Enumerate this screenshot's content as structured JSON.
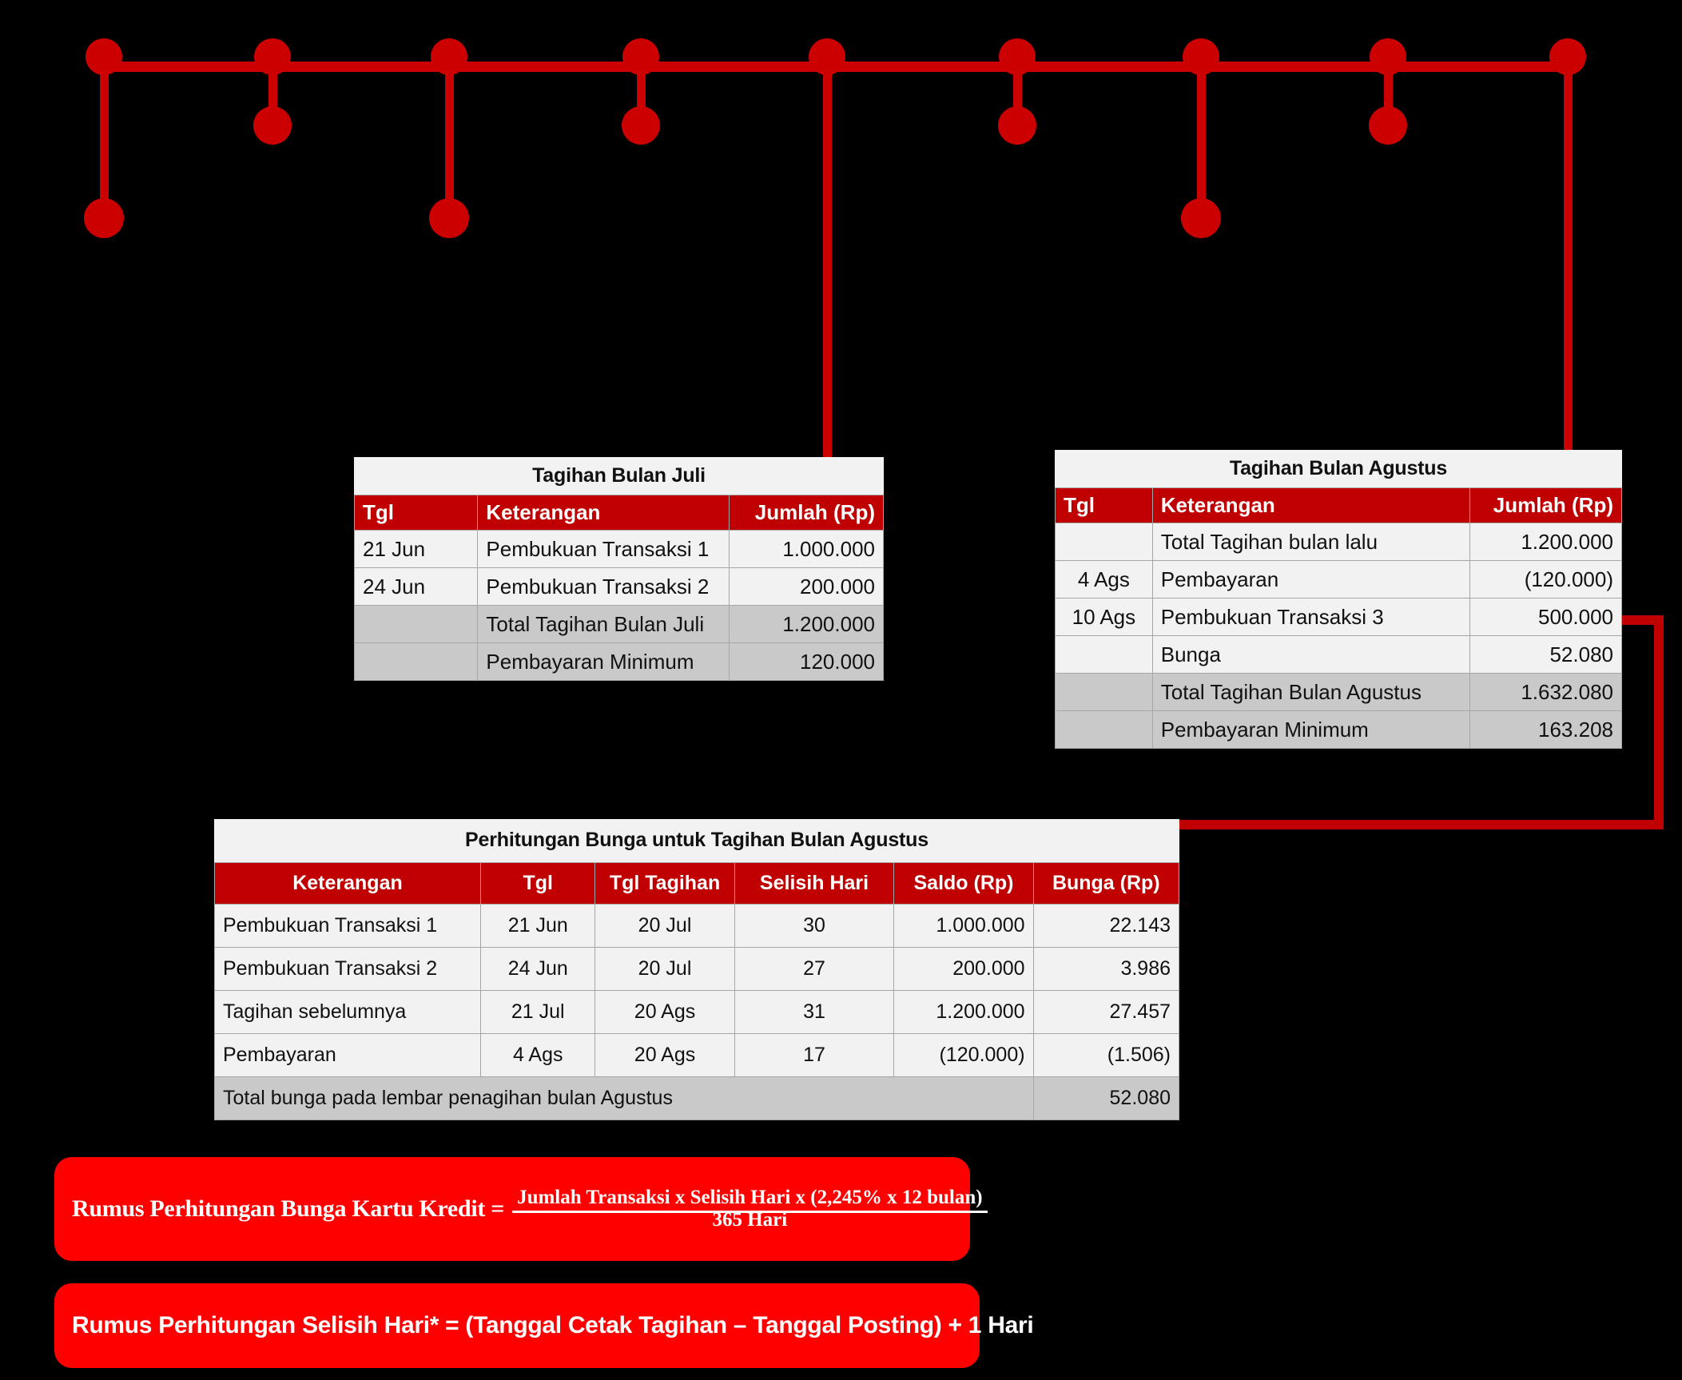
{
  "theme": {
    "background": "#000000",
    "accent_bright": "#FF0000",
    "accent_dark": "#C00000",
    "line": "#CC0000",
    "cell_bg": "#F2F2F2",
    "summary_bg": "#C9C9C9",
    "text_light": "#FFFFFF",
    "text_dark": "#111111"
  },
  "timeline": {
    "node_count": 9,
    "nodes": [
      {
        "label": "",
        "branch": "down-long"
      },
      {
        "label": "",
        "branch": "down-short"
      },
      {
        "label": "",
        "branch": "down-long"
      },
      {
        "label": "",
        "branch": "down-short"
      },
      {
        "label": "",
        "branch": "stem-to-juli"
      },
      {
        "label": "",
        "branch": "down-short"
      },
      {
        "label": "",
        "branch": "down-long"
      },
      {
        "label": "",
        "branch": "down-short"
      },
      {
        "label": "",
        "branch": "stem-to-agustus"
      }
    ]
  },
  "tabel_juli": {
    "title": "Tagihan Bulan Juli",
    "columns": [
      "Tgl",
      "Keterangan",
      "Jumlah (Rp)"
    ],
    "rows": [
      {
        "tgl": "21 Jun",
        "keterangan": "Pembukuan Transaksi 1",
        "jumlah": "1.000.000",
        "summary": false
      },
      {
        "tgl": "24 Jun",
        "keterangan": "Pembukuan Transaksi 2",
        "jumlah": "200.000",
        "summary": false
      },
      {
        "tgl": "",
        "keterangan": "Total Tagihan Bulan Juli",
        "jumlah": "1.200.000",
        "summary": true
      },
      {
        "tgl": "",
        "keterangan": "Pembayaran Minimum",
        "jumlah": "120.000",
        "summary": true
      }
    ]
  },
  "tabel_agustus": {
    "title": "Tagihan Bulan Agustus",
    "columns": [
      "Tgl",
      "Keterangan",
      "Jumlah (Rp)"
    ],
    "rows": [
      {
        "tgl": "",
        "keterangan": "Total Tagihan bulan lalu",
        "jumlah": "1.200.000",
        "summary": false
      },
      {
        "tgl": "4 Ags",
        "keterangan": "Pembayaran",
        "jumlah": "(120.000)",
        "summary": false
      },
      {
        "tgl": "10 Ags",
        "keterangan": "Pembukuan Transaksi 3",
        "jumlah": "500.000",
        "summary": false
      },
      {
        "tgl": "",
        "keterangan": "Bunga",
        "jumlah": "52.080",
        "summary": false
      },
      {
        "tgl": "",
        "keterangan": "Total Tagihan Bulan Agustus",
        "jumlah": "1.632.080",
        "summary": true
      },
      {
        "tgl": "",
        "keterangan": "Pembayaran Minimum",
        "jumlah": "163.208",
        "summary": true
      }
    ]
  },
  "tabel_bunga": {
    "title": "Perhitungan Bunga untuk Tagihan Bulan Agustus",
    "columns": [
      "Keterangan",
      "Tgl",
      "Tgl Tagihan",
      "Selisih Hari",
      "Saldo (Rp)",
      "Bunga (Rp)"
    ],
    "rows": [
      {
        "keterangan": "Pembukuan Transaksi 1",
        "tgl": "21 Jun",
        "tgl_tagihan": "20 Jul",
        "selisih_hari": "30",
        "saldo": "1.000.000",
        "bunga": "22.143"
      },
      {
        "keterangan": "Pembukuan Transaksi 2",
        "tgl": "24 Jun",
        "tgl_tagihan": "20 Jul",
        "selisih_hari": "27",
        "saldo": "200.000",
        "bunga": "3.986"
      },
      {
        "keterangan": "Tagihan sebelumnya",
        "tgl": "21 Jul",
        "tgl_tagihan": "20 Ags",
        "selisih_hari": "31",
        "saldo": "1.200.000",
        "bunga": "27.457"
      },
      {
        "keterangan": "Pembayaran",
        "tgl": "4 Ags",
        "tgl_tagihan": "20 Ags",
        "selisih_hari": "17",
        "saldo": "(120.000)",
        "bunga": "(1.506)"
      }
    ],
    "total_label": "Total bunga pada lembar penagihan bulan Agustus",
    "total_value": "52.080"
  },
  "rumus_bunga": {
    "lead": "Rumus Perhitungan Bunga Kartu Kredit =",
    "numerator": "Jumlah Transaksi x Selisih Hari x (2,245% x 12 bulan)",
    "denominator": "365 Hari"
  },
  "rumus_hari": {
    "text": "Rumus Perhitungan Selisih Hari* = (Tanggal Cetak Tagihan – Tanggal Posting) + 1 Hari"
  }
}
